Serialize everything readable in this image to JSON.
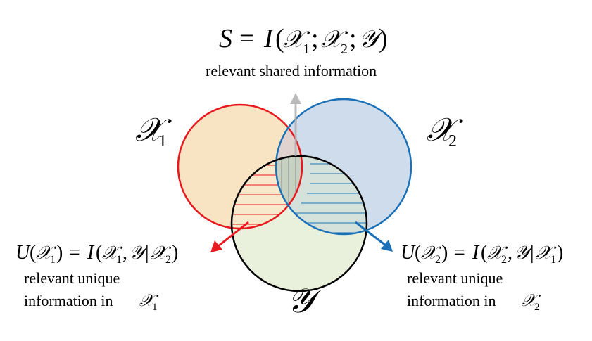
{
  "top": {
    "S": "S",
    "eq": "=",
    "I": "I",
    "open": "(",
    "X1": "𝒳",
    "sub1": "1",
    "semi1": ";",
    "X2": "𝒳",
    "sub2": "2",
    "semi2": ";",
    "Y": "𝒴",
    "close": ")",
    "caption": "relevant shared information"
  },
  "sets": {
    "x1_letter": "𝒳",
    "x1_sub": "1",
    "x2_letter": "𝒳",
    "x2_sub": "2",
    "y_letter": "𝒴"
  },
  "left": {
    "U": "U",
    "open1": "(",
    "X1": "𝒳",
    "sub1": "1",
    "close1": ")",
    "eq": "=",
    "I": "I",
    "open2": "(",
    "X1b": "𝒳",
    "sub1b": "1",
    "comma": ",",
    "Y": "𝒴",
    "bar": "|",
    "X2": "𝒳",
    "sub2": "2",
    "close2": ")",
    "caption_line1": "relevant unique",
    "caption_line2": "information in",
    "cap_X": "𝒳",
    "cap_sub": "1"
  },
  "right": {
    "U": "U",
    "open1": "(",
    "X2": "𝒳",
    "sub2": "2",
    "close1": ")",
    "eq": "=",
    "I": "I",
    "open2": "(",
    "X2b": "𝒳",
    "sub2b": "2",
    "comma": ",",
    "Y": "𝒴",
    "bar": "|",
    "X1": "𝒳",
    "sub1": "1",
    "close2": ")",
    "caption_line1": "relevant unique",
    "caption_line2": "information in",
    "cap_X": "𝒳",
    "cap_sub": "2"
  },
  "colors": {
    "x1_stroke": "#e8191e",
    "x1_fill": "#f8e3c2",
    "x2_stroke": "#1b71b8",
    "x2_fill": "#cfdcec",
    "y_stroke": "#000000",
    "y_fill": "#e7f0da",
    "shared_hatch": "#8f8f8f",
    "red_hatch": "#e8191e",
    "blue_hatch": "#1b71b8",
    "up_arrow": "#b0b0b0",
    "red_arrow": "#e8191e",
    "blue_arrow": "#1b71b8"
  }
}
